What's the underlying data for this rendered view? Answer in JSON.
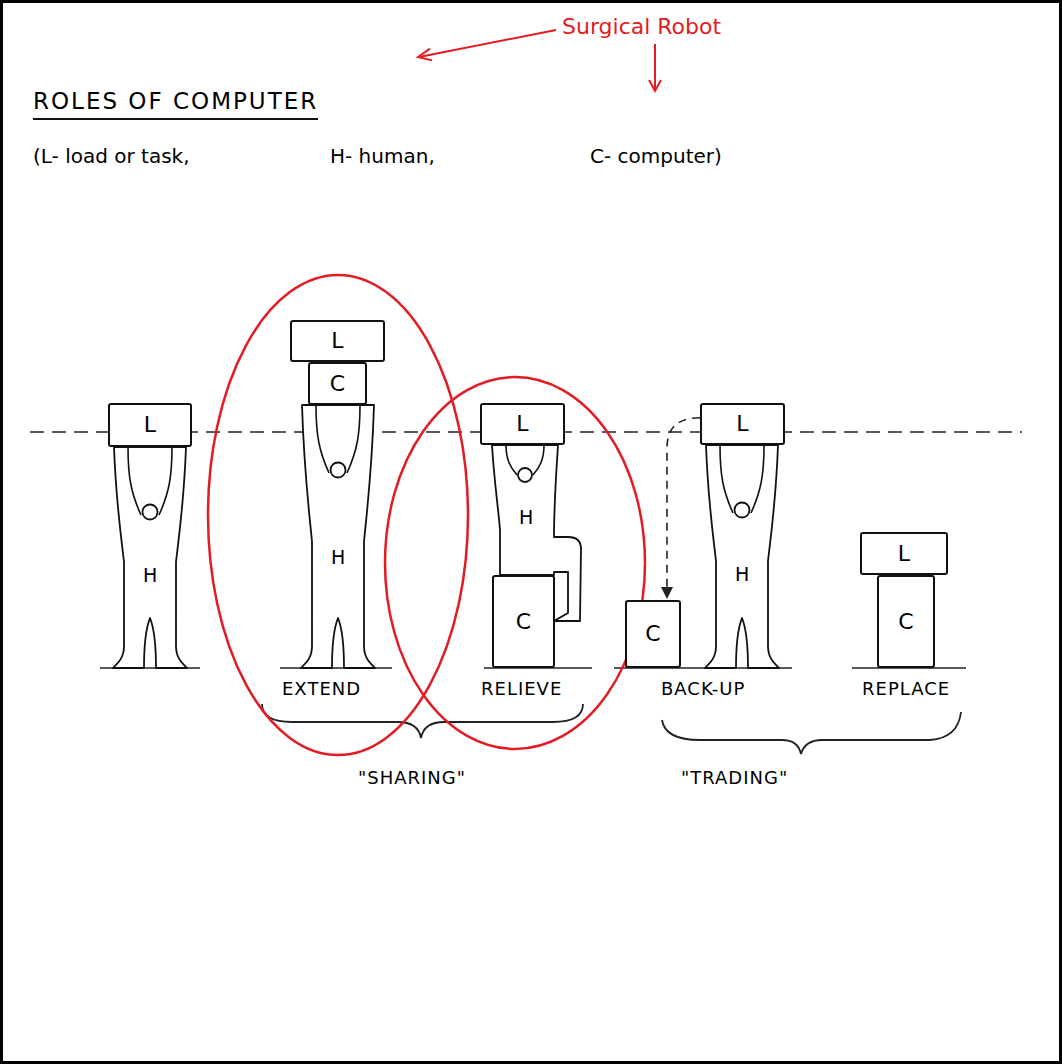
{
  "diagram": {
    "title": "ROLES OF COMPUTER",
    "nodes": [
      {
        "text": [
          "L"
        ]
      },
      {
        "text": [
          "H"
        ]
      },
      {
        "text": [
          "L"
        ]
      },
      {
        "text": [
          "C"
        ]
      },
      {
        "text": [
          "H"
        ]
      },
      {
        "text": [
          "L"
        ]
      },
      {
        "text": [
          "H"
        ]
      },
      {
        "text": [
          "C"
        ]
      },
      {
        "text": [
          "L"
        ]
      },
      {
        "text": [
          "H"
        ]
      },
      {
        "text": [
          "C"
        ]
      },
      {
        "text": [
          "L"
        ]
      },
      {
        "text": [
          "C"
        ]
      }
    ],
    "edges": [
      {
        "from": 8,
        "to": 10,
        "arrow": "to"
      }
    ],
    "labels": [
      "Surgical Robot",
      "(L- load or task,",
      "H- human,",
      "C- computer)",
      "EXTEND",
      "RELIEVE",
      "BACK-UP",
      "REPLACE",
      "\"SHARING\"",
      "\"TRADING\""
    ]
  }
}
